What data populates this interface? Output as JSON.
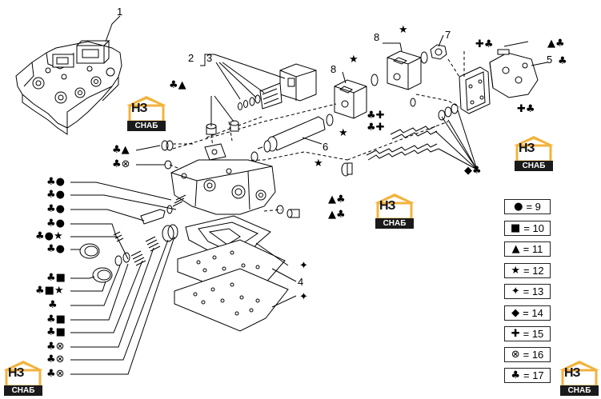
{
  "part_numbers": {
    "n1": "1",
    "n2": "2",
    "n3": "3",
    "n4": "4",
    "n5": "5",
    "n6": "6",
    "n7": "7",
    "n8a": "8",
    "n8b": "8"
  },
  "symbols": {
    "club_triangle_top": "♣▲",
    "club_triangle_left": "♣▲",
    "club_otimes_left": "♣⊗",
    "club_circle_1": "♣●",
    "club_circle_2": "♣●",
    "club_circle_3": "♣●",
    "club_circle_4": "♣●",
    "club_circle_star": "♣●★",
    "club_circle_5": "♣●",
    "club_square_1": "♣■",
    "club_square_star": "♣■★",
    "club_only": "♣",
    "club_square_2": "♣■",
    "club_square_3": "♣■",
    "club_otimes_1": "♣⊗",
    "club_otimes_2": "♣⊗",
    "club_otimes_3": "♣⊗",
    "star_8": "★",
    "star_7": "★",
    "star_right_1": "★",
    "star_6": "★",
    "club_plus_1": "♣✚",
    "club_plus_2": "♣✚",
    "plus_club_5": "✚♣",
    "triangle_club_5": "▲♣",
    "club_5": "♣",
    "plus_club_right": "✚♣",
    "diamond_club": "◆♣",
    "triangle_club_mid_1": "▲♣",
    "triangle_club_mid_2": "▲♣",
    "sparkle_1": "✦",
    "sparkle_2": "✦"
  },
  "legend": [
    {
      "symbol": "●",
      "value": "= 9"
    },
    {
      "symbol": "■",
      "value": "= 10"
    },
    {
      "symbol": "▲",
      "value": "= 11"
    },
    {
      "symbol": "★",
      "value": "= 12"
    },
    {
      "symbol": "✦",
      "value": "= 13"
    },
    {
      "symbol": "◆",
      "value": "= 14"
    },
    {
      "symbol": "✚",
      "value": "= 15"
    },
    {
      "symbol": "⊗",
      "value": "= 16"
    },
    {
      "symbol": "♣",
      "value": "= 17"
    }
  ],
  "watermark": {
    "brand": "НЗ",
    "sub": "СНАБ",
    "brand_color": "#f2b33d"
  }
}
